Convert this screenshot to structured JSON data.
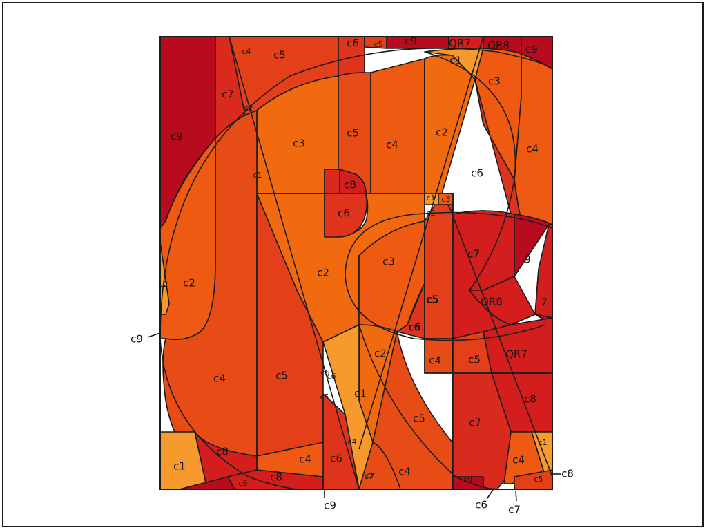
{
  "palette": {
    "c1": "#f79a2e",
    "c2": "#f26a10",
    "c3": "#ee5a12",
    "c4": "#e84c16",
    "c5": "#e3401a",
    "c6": "#df341c",
    "c7": "#d92a1e",
    "c8": "#d41e1e",
    "c9": "#b80c1e",
    "outline": "#1b1b1b",
    "background": "#ffffff"
  },
  "regions": [
    {
      "id": "c9-left",
      "color": "c9"
    },
    {
      "id": "c7-left",
      "color": "c7"
    },
    {
      "id": "c5-top",
      "color": "c5"
    },
    {
      "id": "c6-top",
      "color": "c6"
    },
    {
      "id": "c5-top-small",
      "color": "c5"
    },
    {
      "id": "c9-top",
      "color": "c9"
    },
    {
      "id": "qr7-top",
      "color": "c8"
    },
    {
      "id": "qr8-top",
      "color": "c9"
    },
    {
      "id": "c9-topright",
      "color": "c9"
    },
    {
      "id": "c1-top",
      "color": "c1"
    },
    {
      "id": "c3-right",
      "color": "c3"
    },
    {
      "id": "c4-right",
      "color": "c3"
    },
    {
      "id": "c3-upper",
      "color": "c2"
    },
    {
      "id": "c5-column",
      "color": "c4"
    },
    {
      "id": "c4-column",
      "color": "c3"
    },
    {
      "id": "c2-column",
      "color": "c2"
    },
    {
      "id": "c6-right",
      "color": "c6"
    },
    {
      "id": "c2-left",
      "color": "c3"
    },
    {
      "id": "c1-leftsliver",
      "color": "c1"
    },
    {
      "id": "c4-left",
      "color": "c4"
    },
    {
      "id": "c5-left",
      "color": "c5"
    },
    {
      "id": "c2-center",
      "color": "c2"
    },
    {
      "id": "c3-center",
      "color": "c3"
    },
    {
      "id": "c7-right",
      "color": "c8"
    },
    {
      "id": "q9-right",
      "color": "c9"
    },
    {
      "id": "q7-right",
      "color": "c8"
    },
    {
      "id": "qr8-mid",
      "color": "c8"
    },
    {
      "id": "c5-mid",
      "color": "c5"
    },
    {
      "id": "c6-mid",
      "color": "c6"
    },
    {
      "id": "c2-mid",
      "color": "c2"
    },
    {
      "id": "c1-center",
      "color": "c1"
    },
    {
      "id": "c4-band",
      "color": "c4"
    },
    {
      "id": "c5-band",
      "color": "c5"
    },
    {
      "id": "qr7-band",
      "color": "c8"
    },
    {
      "id": "c8-right",
      "color": "c8"
    },
    {
      "id": "c7-bottom",
      "color": "c7"
    },
    {
      "id": "c5-bottom",
      "color": "c4"
    },
    {
      "id": "c4-bottom",
      "color": "c4"
    },
    {
      "id": "c6-bottom",
      "color": "c6"
    },
    {
      "id": "c4-botleft",
      "color": "c3"
    },
    {
      "id": "c8-botleft",
      "color": "c8"
    },
    {
      "id": "c1-botleft",
      "color": "c1"
    },
    {
      "id": "c8-botstrip",
      "color": "c8"
    },
    {
      "id": "c9-botstrip",
      "color": "c9"
    },
    {
      "id": "c4-botright",
      "color": "c3"
    },
    {
      "id": "c1-botright",
      "color": "c1"
    },
    {
      "id": "c6-halfdisc",
      "color": "c6"
    },
    {
      "id": "c8-halfdisc",
      "color": "c8"
    },
    {
      "id": "c7-halfdisc",
      "color": "c7"
    },
    {
      "id": "c1-smallbox",
      "color": "c1"
    },
    {
      "id": "c3-smallbox",
      "color": "c3"
    },
    {
      "id": "c9-botright-strip",
      "color": "c9"
    },
    {
      "id": "c5-botright-strip",
      "color": "c5"
    }
  ],
  "labels": [
    {
      "text": "c9"
    },
    {
      "text": "c7"
    },
    {
      "text": "c4"
    },
    {
      "text": "c5"
    },
    {
      "text": "c6"
    },
    {
      "text": "c5"
    },
    {
      "text": "c9"
    },
    {
      "text": "QR7"
    },
    {
      "text": "QR8"
    },
    {
      "text": "c9"
    },
    {
      "text": "c1"
    },
    {
      "text": "c3"
    },
    {
      "text": "c4"
    },
    {
      "text": "c3"
    },
    {
      "text": "c5"
    },
    {
      "text": "c4"
    },
    {
      "text": "c2"
    },
    {
      "text": "c6"
    },
    {
      "text": "c2"
    },
    {
      "text": "c1"
    },
    {
      "text": "c2"
    },
    {
      "text": "c7"
    },
    {
      "text": "c8"
    },
    {
      "text": "c6"
    },
    {
      "text": "c1"
    },
    {
      "text": "c3"
    },
    {
      "text": "c2"
    },
    {
      "text": "c2"
    },
    {
      "text": "c3"
    },
    {
      "text": "c7"
    },
    {
      "text": "9"
    },
    {
      "text": "7"
    },
    {
      "text": "QR8"
    },
    {
      "text": "c5"
    },
    {
      "text": "c6"
    },
    {
      "text": "c2"
    },
    {
      "text": "c4"
    },
    {
      "text": "c5"
    },
    {
      "text": "QR7"
    },
    {
      "text": "c4"
    },
    {
      "text": "c5"
    },
    {
      "text": "c6"
    },
    {
      "text": "c1"
    },
    {
      "text": "c5"
    },
    {
      "text": "c7"
    },
    {
      "text": "c8"
    },
    {
      "text": "c4"
    },
    {
      "text": "c4"
    },
    {
      "text": "c6"
    },
    {
      "text": "c7"
    },
    {
      "text": "c8"
    },
    {
      "text": "c1"
    },
    {
      "text": "c8"
    },
    {
      "text": "c9"
    },
    {
      "text": "c9"
    },
    {
      "text": "c4"
    },
    {
      "text": "c1"
    },
    {
      "text": "c5"
    },
    {
      "text": "c5"
    },
    {
      "text": "c6"
    },
    {
      "text": "c4"
    },
    {
      "text": "c7"
    },
    {
      "text": "c2"
    },
    {
      "text": "c6"
    },
    {
      "text": "c5"
    }
  ],
  "external_labels": [
    {
      "text": "c9"
    },
    {
      "text": "c9"
    },
    {
      "text": "c6"
    },
    {
      "text": "c7"
    },
    {
      "text": "c8"
    }
  ]
}
